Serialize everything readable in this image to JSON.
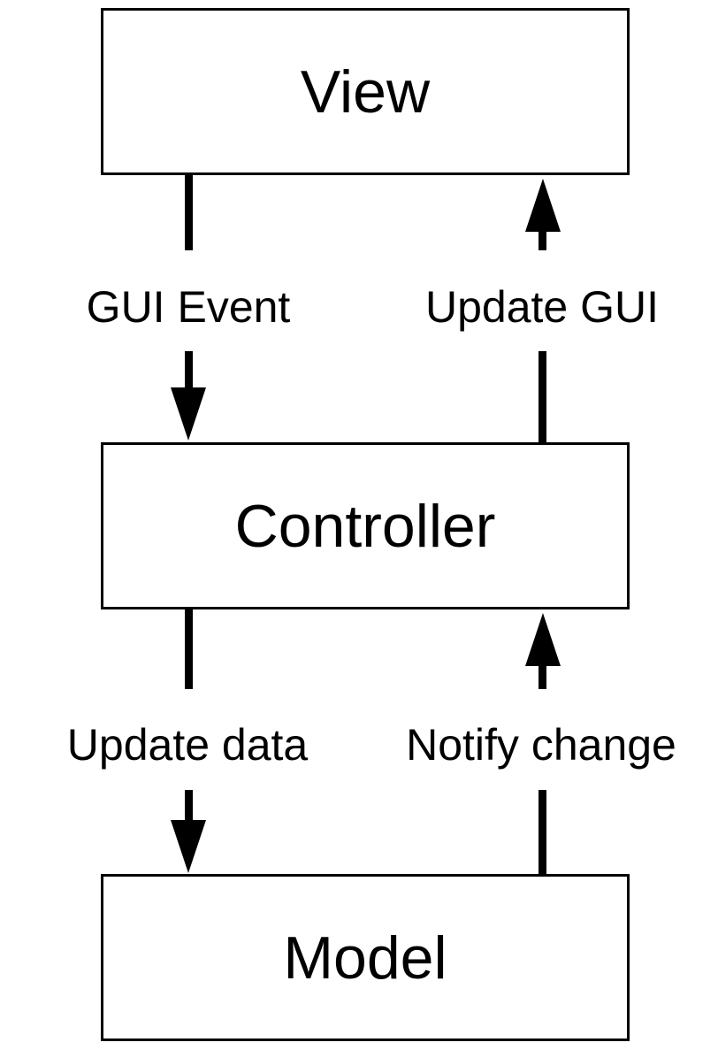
{
  "boxes": {
    "view": "View",
    "controller": "Controller",
    "model": "Model"
  },
  "arrows": {
    "gui_event": "GUI Event",
    "update_gui": "Update GUI",
    "update_data": "Update data",
    "notify_change": "Notify change"
  }
}
